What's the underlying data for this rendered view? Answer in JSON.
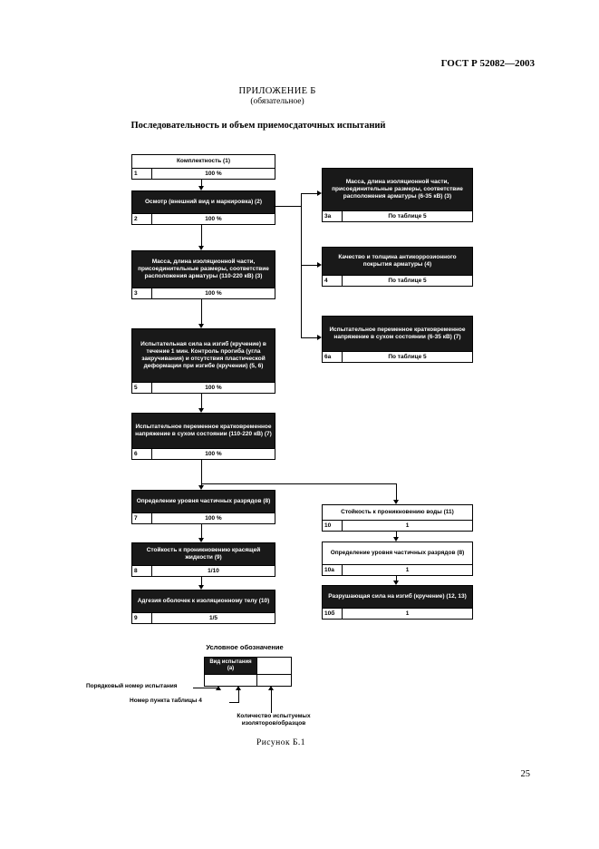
{
  "page": {
    "header_right": "ГОСТ Р 52082—2003",
    "appendix_title": "ПРИЛОЖЕНИЕ Б",
    "appendix_subtitle": "(обязательное)",
    "figure_title": "Последовательность и объем приемосдаточных испытаний",
    "figure_caption": "Рисунок Б.1",
    "page_number": "25"
  },
  "colors": {
    "box_fill": "#191919",
    "border": "#000000",
    "page_bg": "#ffffff"
  },
  "flowchart": {
    "left_boxes": [
      {
        "title": "Комплектность (1)",
        "num": "1",
        "qty": "100 %"
      },
      {
        "title": "Осмотр (внешний вид и маркировка) (2)",
        "num": "2",
        "qty": "100 %"
      },
      {
        "title": "Масса, длина изоляционной части, присоединительные размеры, соответствие расположения арматуры (110-220 кВ) (3)",
        "num": "3",
        "qty": "100 %"
      },
      {
        "title": "Испытательная сила на изгиб (кручение) в течение 1 мин. Контроль прогиба (угла закручивания) и отсутствия пластической деформации при изгибе (кручении) (5, 6)",
        "num": "5",
        "qty": "100 %"
      },
      {
        "title": "Испытательное переменное кратковременное напряжение в сухом состоянии (110-220 кВ) (7)",
        "num": "6",
        "qty": "100 %"
      },
      {
        "title": "Определение уровня частичных разрядов (8)",
        "num": "7",
        "qty": "100 %"
      },
      {
        "title": "Стойкость к проникновению красящей жидкости (9)",
        "num": "8",
        "qty": "1/10"
      },
      {
        "title": "Адгезия оболочек к изоляционному телу (10)",
        "num": "9",
        "qty": "1/5"
      }
    ],
    "right_boxes": [
      {
        "title": "Масса, длина изоляционной части, присоединительные размеры, соответствие расположения арматуры (6-35 кВ) (3)",
        "num": "3а",
        "qty": "По таблице 5"
      },
      {
        "title": "Качество и толщина антикоррозионного покрытия арматуры (4)",
        "num": "4",
        "qty": "По таблице 5"
      },
      {
        "title": "Испытательное переменное кратковременное напряжение в сухом состоянии (6-35 кВ) (7)",
        "num": "6а",
        "qty": "По таблице 5"
      },
      {
        "title": "Стойкость к проникновению воды (11)",
        "num": "10",
        "qty": "1"
      },
      {
        "title": "Определение уровня частичных разрядов (8)",
        "num": "10а",
        "qty": "1"
      },
      {
        "title": "Разрушающая сила на изгиб (кручение) (12, 13)",
        "num": "10б",
        "qty": "1"
      }
    ],
    "legend": {
      "heading": "Условное обозначение",
      "sample_label": "Вид испытания (а)",
      "labels": {
        "order": "Порядковый номер испытания",
        "table_item": "Номер пункта таблицы 4",
        "quantity": "Количество испытуемых изоляторов/образцов"
      }
    }
  }
}
